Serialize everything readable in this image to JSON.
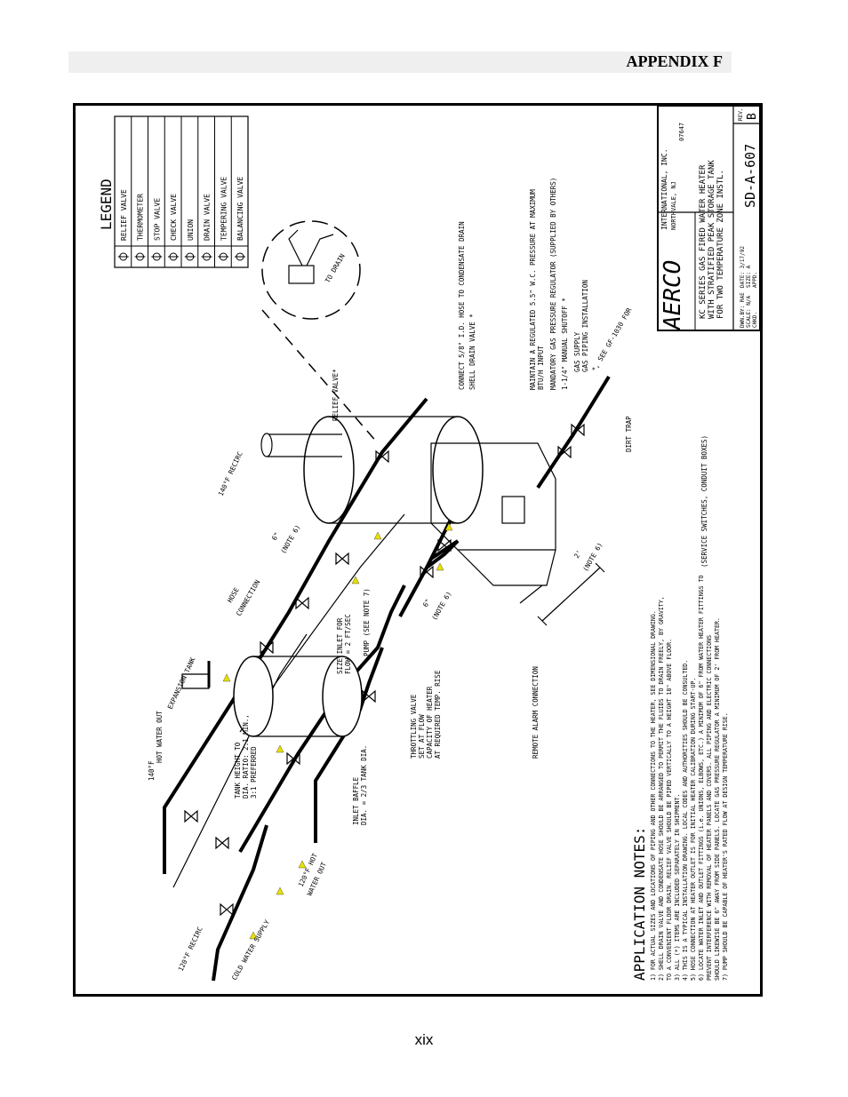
{
  "header": {
    "title": "APPENDIX F"
  },
  "page": {
    "number": "xix"
  },
  "colors": {
    "accent_arrows": "#e8e000"
  },
  "legend": {
    "title": "LEGEND",
    "items": [
      {
        "symbol": "relief-valve-symbol",
        "label": "RELIEF VALVE"
      },
      {
        "symbol": "thermometer-symbol",
        "label": "THERMOMETER"
      },
      {
        "symbol": "stop-valve-symbol",
        "label": "STOP VALVE"
      },
      {
        "symbol": "check-valve-symbol",
        "label": "CHECK VALVE"
      },
      {
        "symbol": "union-symbol",
        "label": "UNION"
      },
      {
        "symbol": "drain-valve-symbol",
        "label": "DRAIN VALVE"
      },
      {
        "symbol": "tempering-valve-symbol",
        "label": "TEMPERING VALVE"
      },
      {
        "symbol": "balancing-valve-symbol",
        "label": "BALANCING VALVE"
      }
    ]
  },
  "title_block": {
    "company": "AERCO",
    "company_suffix": "INTERNATIONAL, INC.",
    "city": "NORTHVALE, NJ",
    "zip": "07647",
    "description_lines": [
      "KC SERIES GAS FIRED WATER HEATER",
      "WITH STRATIFIED PEAK STORAGE TANK",
      "FOR TWO TEMPERATURE ZONE INSTL."
    ],
    "drawing_no": "SD-A-607",
    "rev_label": "REV.",
    "rev": "B",
    "fields": {
      "dwn": "DWN.BY: RAE",
      "date": "DATE: 3/17/92",
      "scale": "SCALE: N/A",
      "size": "SIZE: A",
      "chkd": "CHKD.",
      "appd": "APPD."
    }
  },
  "labels": {
    "hot_water_out_140": [
      "140°F",
      "HOT WATER OUT"
    ],
    "expansion_tank": "EXPANSION TANK",
    "hose_connection": [
      "HOSE",
      "CONNECTION"
    ],
    "recirc_140": "140°F RECIRC",
    "note6_a": [
      "6\"",
      "(NOTE 6)"
    ],
    "note6_b": [
      "6\"",
      "(NOTE 6)"
    ],
    "note6_c": [
      "2'",
      "(NOTE 6)"
    ],
    "tank_height": [
      "TANK HEIGHT TO",
      "DIA. RATIO: 2:1 MIN.,",
      "3:1 PREFERRED"
    ],
    "inlet_baffle": [
      "INLET BAFFLE",
      "DIA. = 2/3 TANK DIA."
    ],
    "size_inlet": [
      "SIZE INLET FOR",
      "FLOW = 2 FT/SEC"
    ],
    "pump": "PUMP (SEE NOTE 7)",
    "throttling_valve": [
      "THROTTLING VALVE",
      "SET AT FLOW",
      "CAPACITY OF HEATER",
      "AT REQUIRED TEMP. RISE"
    ],
    "remote_alarm": "REMOTE ALARM CONNECTION",
    "recirc_120": "120°F RECIRC",
    "hot_water_out_120": [
      "120°F HOT",
      "WATER OUT"
    ],
    "cold_water_supply": "COLD WATER SUPPLY",
    "relief_valve": "RELIEF VALVE*",
    "connect_hose": "CONNECT 5/8\" I.D. HOSE TO CONDENSATE DRAIN",
    "shell_drain": "SHELL DRAIN VALVE *",
    "maintain_pressure": [
      "MAINTAIN A REGULATED 5.5\" W.C. PRESSURE AT MAXIMUM",
      "BTU/H INPUT"
    ],
    "mandatory_regulator": "MANDATORY GAS PRESSURE REGULATOR (SUPPLIED BY OTHERS)",
    "manual_shutoff": "1-1/4\" MANUAL SHUTOFF *",
    "gas_supply": [
      "GAS SUPPLY",
      "GAS PIPING INSTALLATION",
      "*, SEE GF-1030 FOR"
    ],
    "dirt_trap": "DIRT TRAP",
    "to_drain": "TO DRAIN",
    "electrical_note": "(SERVICE SWITCHES, CONDUIT BOXES)"
  },
  "notes": {
    "title": "APPLICATION NOTES:",
    "lines": [
      "1) FOR ACTUAL SIZES AND LOCATIONS OF PIPING AND OTHER CONNECTIONS TO THE HEATER, SEE DIMENSIONAL DRAWING.",
      "2) SHELL DRAIN VALVE AND CONDENSATE HOSE SHOULD BE ARRANGED TO PERMIT THE FLUIDS TO DRAIN FREELY, BY GRAVITY,",
      "   TO A CONVENIENT FLOOR DRAIN.  RELIEF VALVE SHOULD BE PIPED VERTICALLY TO A HEIGHT 18\" ABOVE FLOOR.",
      "3) ALL (*) ITEMS ARE INCLUDED SEPARATELY IN SHIPMENT.",
      "4) THIS IS A TYPICAL INSTALLATION DRAWING.  LOCAL CODES AND AUTHORITIES SHOULD BE CONSULTED.",
      "5) HOSE CONNECTION AT HEATER OUTLET IS FOR INITIAL HEATER CALIBRATION DURING START-UP.",
      "6) LOCATE WATER INLET AND OUTLET FITTINGS (i.e. UNIONS, ELBOWS, ETC.) A MINIMUM OF 6\" FROM WATER HEATER FITTINGS TO",
      "   PREVENT INTERFERENCE WITH REMOVAL OF HEATER PANELS AND COVERS.  ALL PIPING AND ELECTRIC CONNECTIONS",
      "   SHOULD LIKEWISE BE 6\" AWAY FROM SIDE PANELS.  LOCATE GAS PRESSURE REGULATOR A MINIMUM OF 2' FROM HEATER.",
      "7) PUMP SHOULD BE CAPABLE OF HEATER'S RATED FLOW AT DESIGN TEMPERATURE RISE."
    ]
  }
}
